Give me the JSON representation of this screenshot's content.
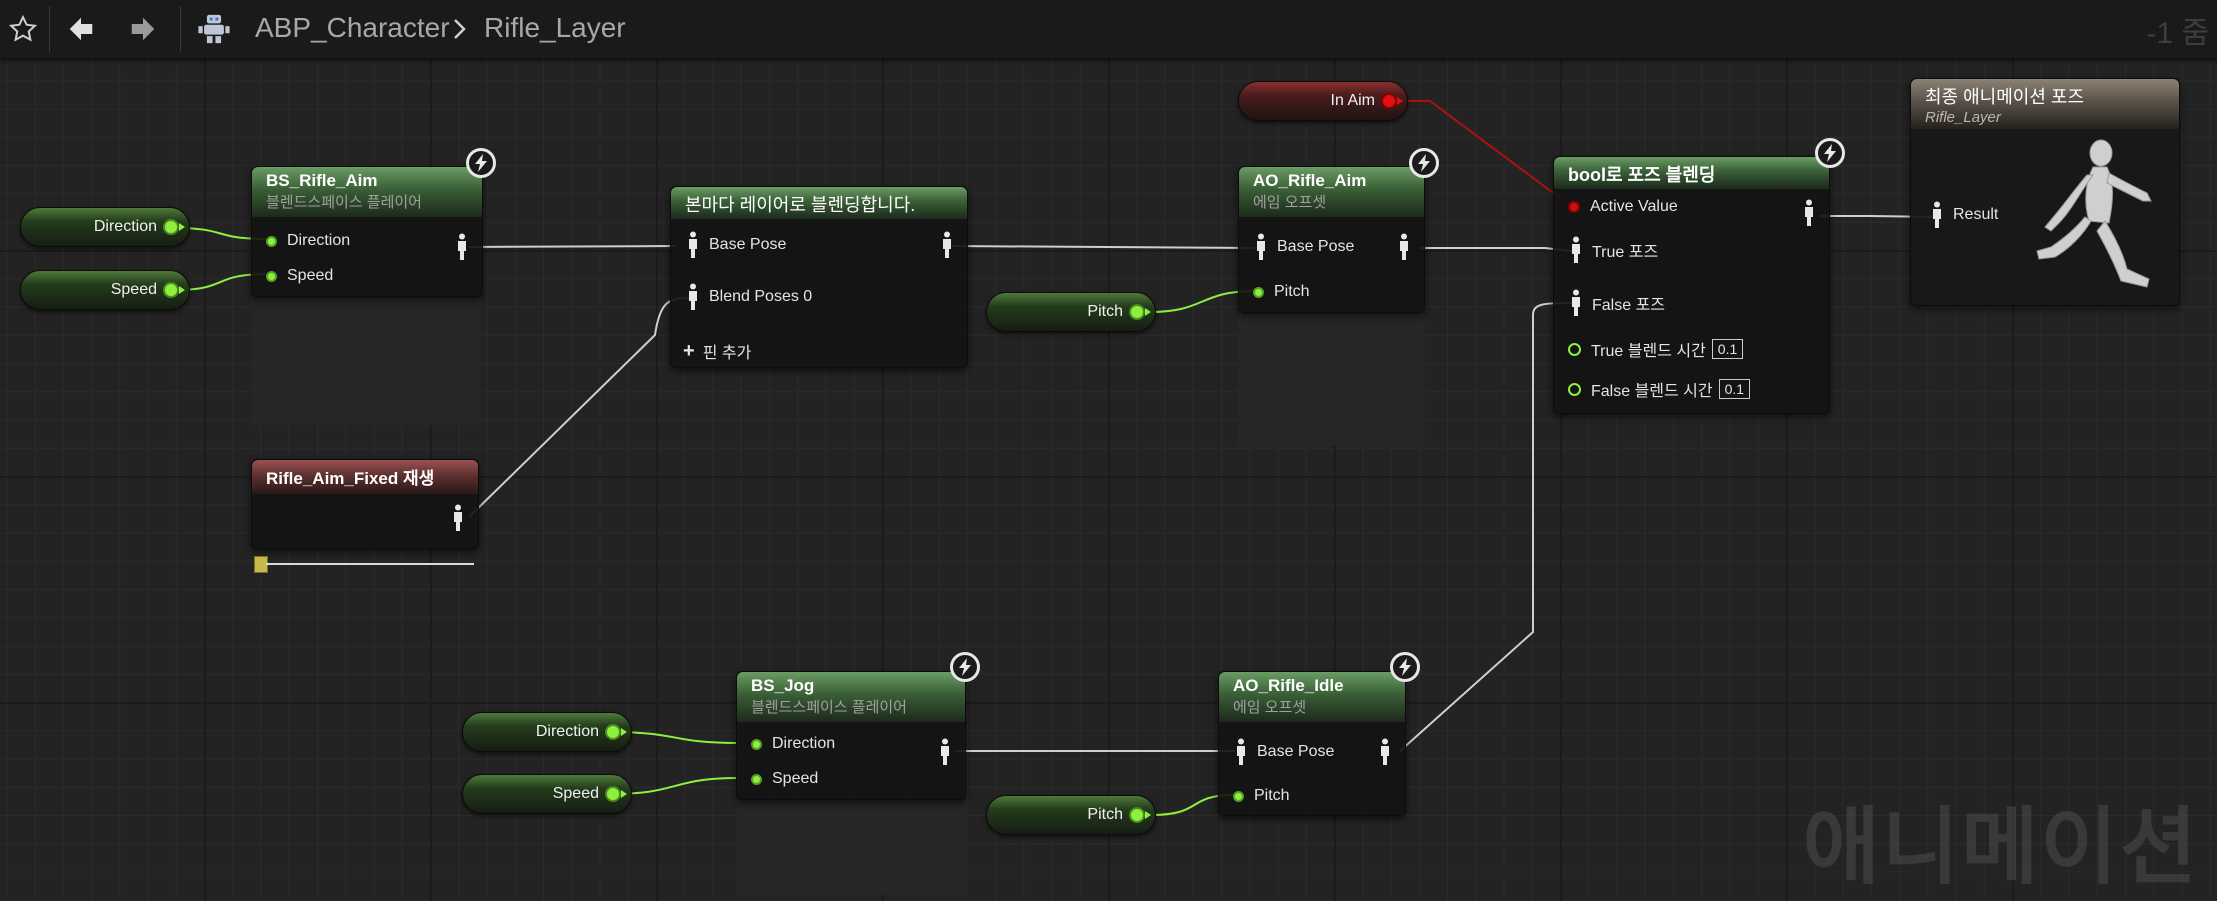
{
  "toolbar": {
    "breadcrumb": [
      "ABP_Character",
      "Rifle_Layer"
    ],
    "zoom_label": "-1 줌"
  },
  "watermark": "애니메이션",
  "variables": {
    "direction": "Direction",
    "speed": "Speed",
    "pitch": "Pitch",
    "in_aim": "In Aim"
  },
  "nodes": {
    "bs_rifle_aim": {
      "title": "BS_Rifle_Aim",
      "subtitle": "블렌드스페이스 플레이어",
      "pins": [
        "Direction",
        "Speed"
      ]
    },
    "rifle_aim_fixed": {
      "title": "Rifle_Aim_Fixed 재생"
    },
    "layered_blend": {
      "title": "본마다 레이어로 블렌딩합니다.",
      "pins": [
        "Base Pose",
        "Blend Poses 0"
      ],
      "add_pin": "핀 추가"
    },
    "ao_rifle_aim": {
      "title": "AO_Rifle_Aim",
      "subtitle": "에임 오프셋",
      "pins": [
        "Base Pose",
        "Pitch"
      ]
    },
    "blend_by_bool": {
      "title": "bool로 포즈 블렌딩",
      "pins": [
        "Active Value",
        "True 포즈",
        "False 포즈",
        "True 블렌드 시간",
        "False 블렌드 시간"
      ],
      "true_time": "0.1",
      "false_time": "0.1"
    },
    "output_pose": {
      "title": "최종 애니메이션 포즈",
      "subtitle": "Rifle_Layer",
      "pin": "Result"
    },
    "bs_jog": {
      "title": "BS_Jog",
      "subtitle": "블렌드스페이스 플레이어",
      "pins": [
        "Direction",
        "Speed"
      ]
    },
    "ao_rifle_idle": {
      "title": "AO_Rifle_Idle",
      "subtitle": "에임 오프셋",
      "pins": [
        "Base Pose",
        "Pitch"
      ]
    }
  },
  "colors": {
    "exec_green": "#8ef03e",
    "bool_red": "#c81010",
    "pose_white": "#e8e8e8",
    "header_green": "#4c7c46"
  },
  "icons": [
    "star-icon",
    "back-arrow-icon",
    "forward-arrow-icon",
    "anim-blueprint-icon",
    "breadcrumb-chevron-icon",
    "pose-pin-icon",
    "fast-path-lightning-icon",
    "plus-icon",
    "mannequin-preview-icon"
  ]
}
